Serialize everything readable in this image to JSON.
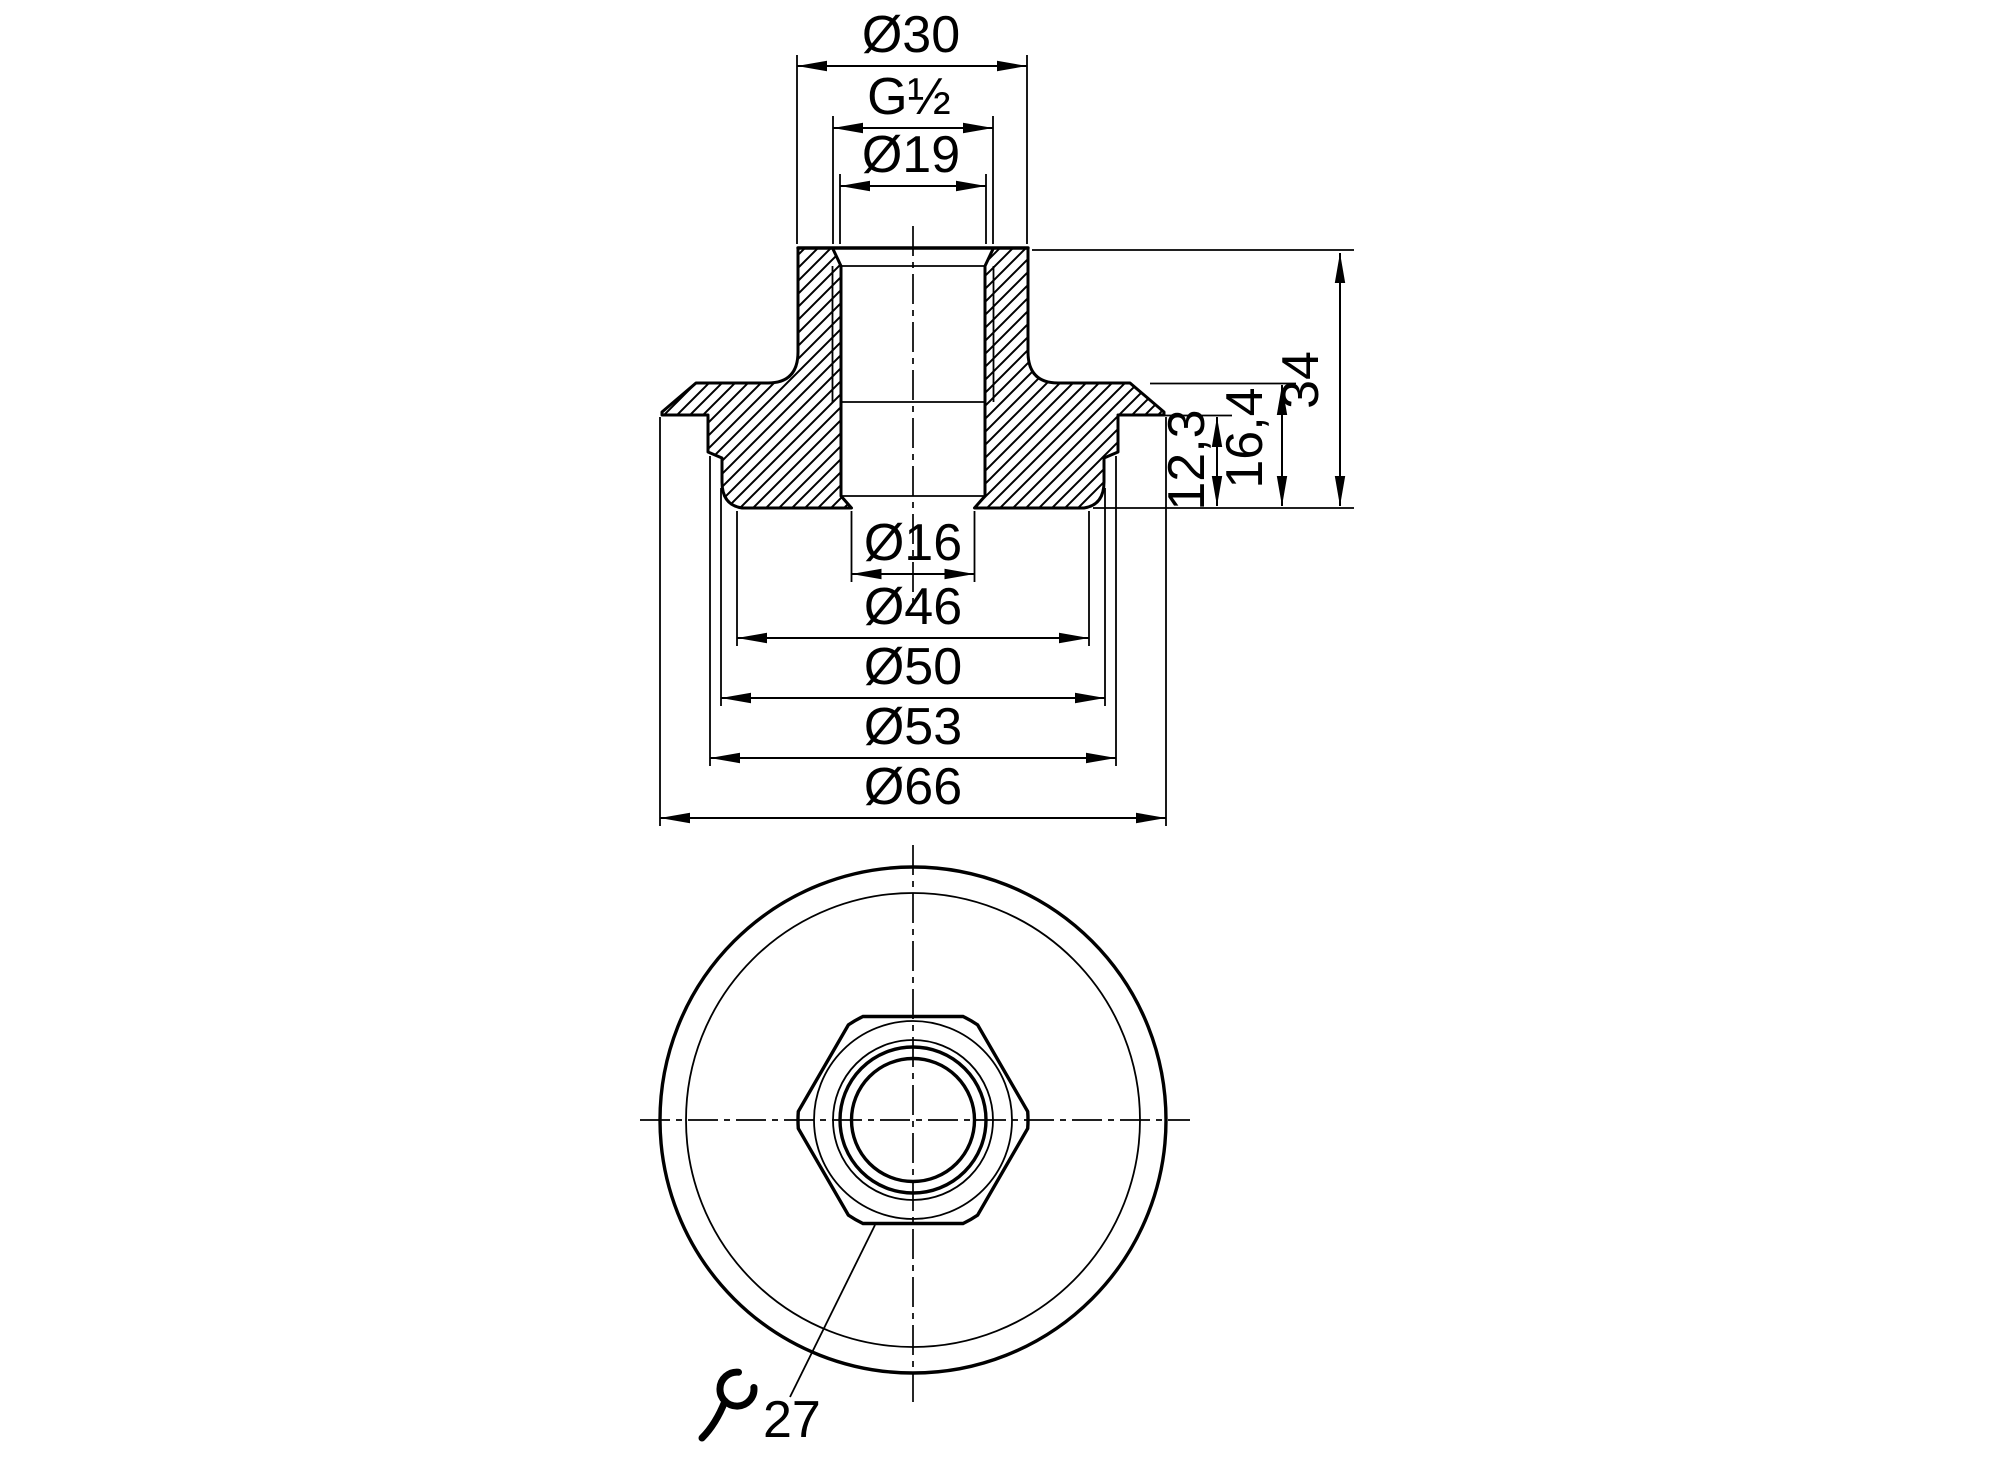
{
  "colors": {
    "ink": "#000000",
    "paper": "#ffffff"
  },
  "section_view": {
    "horizontal_dims_top": [
      {
        "id": "dia30",
        "label": "Ø30"
      },
      {
        "id": "thread",
        "label": "G½"
      },
      {
        "id": "dia19",
        "label": "Ø19"
      }
    ],
    "horizontal_dims_bottom": [
      {
        "id": "dia16",
        "label": "Ø16"
      },
      {
        "id": "dia46",
        "label": "Ø46"
      },
      {
        "id": "dia50",
        "label": "Ø50"
      },
      {
        "id": "dia53",
        "label": "Ø53"
      },
      {
        "id": "dia66",
        "label": "Ø66"
      }
    ],
    "vertical_dims": [
      {
        "id": "h12_3",
        "label": "12,3"
      },
      {
        "id": "h16_4",
        "label": "16,4"
      },
      {
        "id": "h34",
        "label": "34"
      }
    ]
  },
  "bottom_view": {
    "wrench": {
      "icon": "wrench-icon",
      "label": "27"
    }
  }
}
